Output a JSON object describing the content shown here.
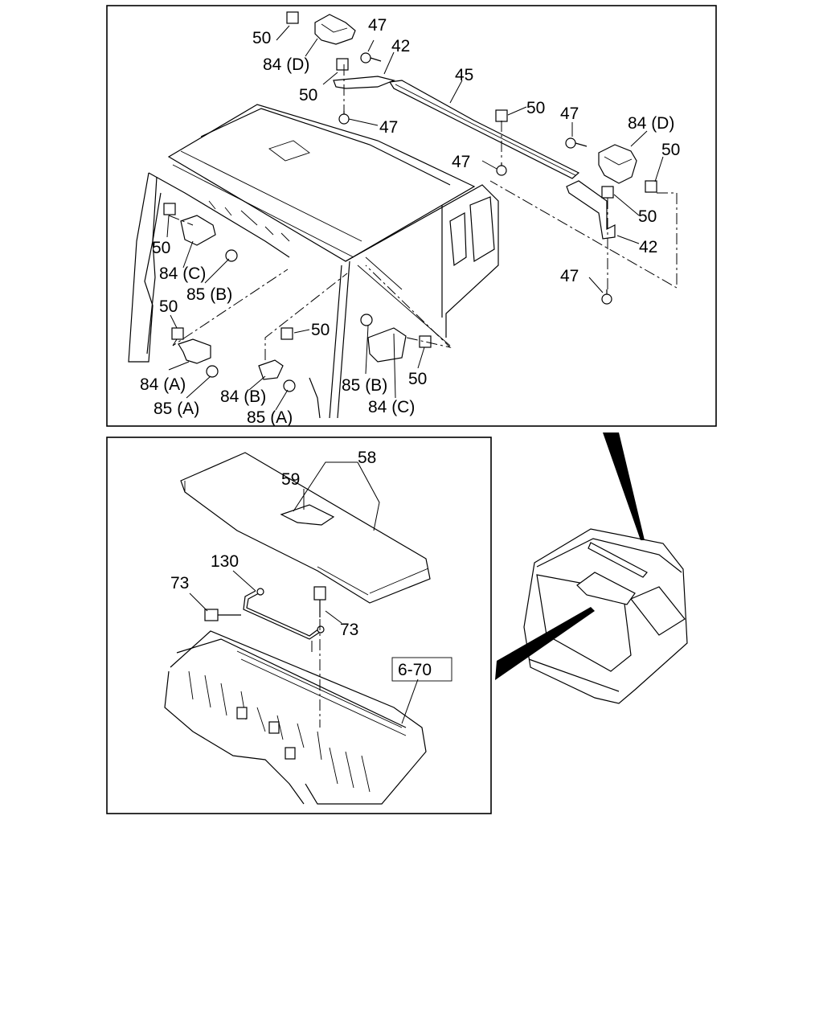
{
  "upper_labels": {
    "l50_a": "50",
    "l84d_a": "84 (D)",
    "l47_a": "47",
    "l42_a": "42",
    "l50_b": "50",
    "l47_b": "47",
    "l45": "45",
    "l50_c": "50",
    "l47_c": "47",
    "l84d_b": "84 (D)",
    "l50_d": "50",
    "l47_d": "47",
    "l50_e": "50",
    "l42_b": "42",
    "l47_e": "47",
    "l50_f": "50",
    "l84c_a": "84 (C)",
    "l85b_a": "85 (B)",
    "l50_g": "50",
    "l50_h": "50",
    "l84a": "84 (A)",
    "l85a_a": "85 (A)",
    "l84b": "84 (B)",
    "l85a_b": "85 (A)",
    "l85b_b": "85 (B)",
    "l50_i": "50",
    "l84c_b": "84 (C)"
  },
  "lower_labels": {
    "l58": "58",
    "l59": "59",
    "l130": "130",
    "l73_a": "73",
    "l73_b": "73",
    "ref": "6-70"
  }
}
